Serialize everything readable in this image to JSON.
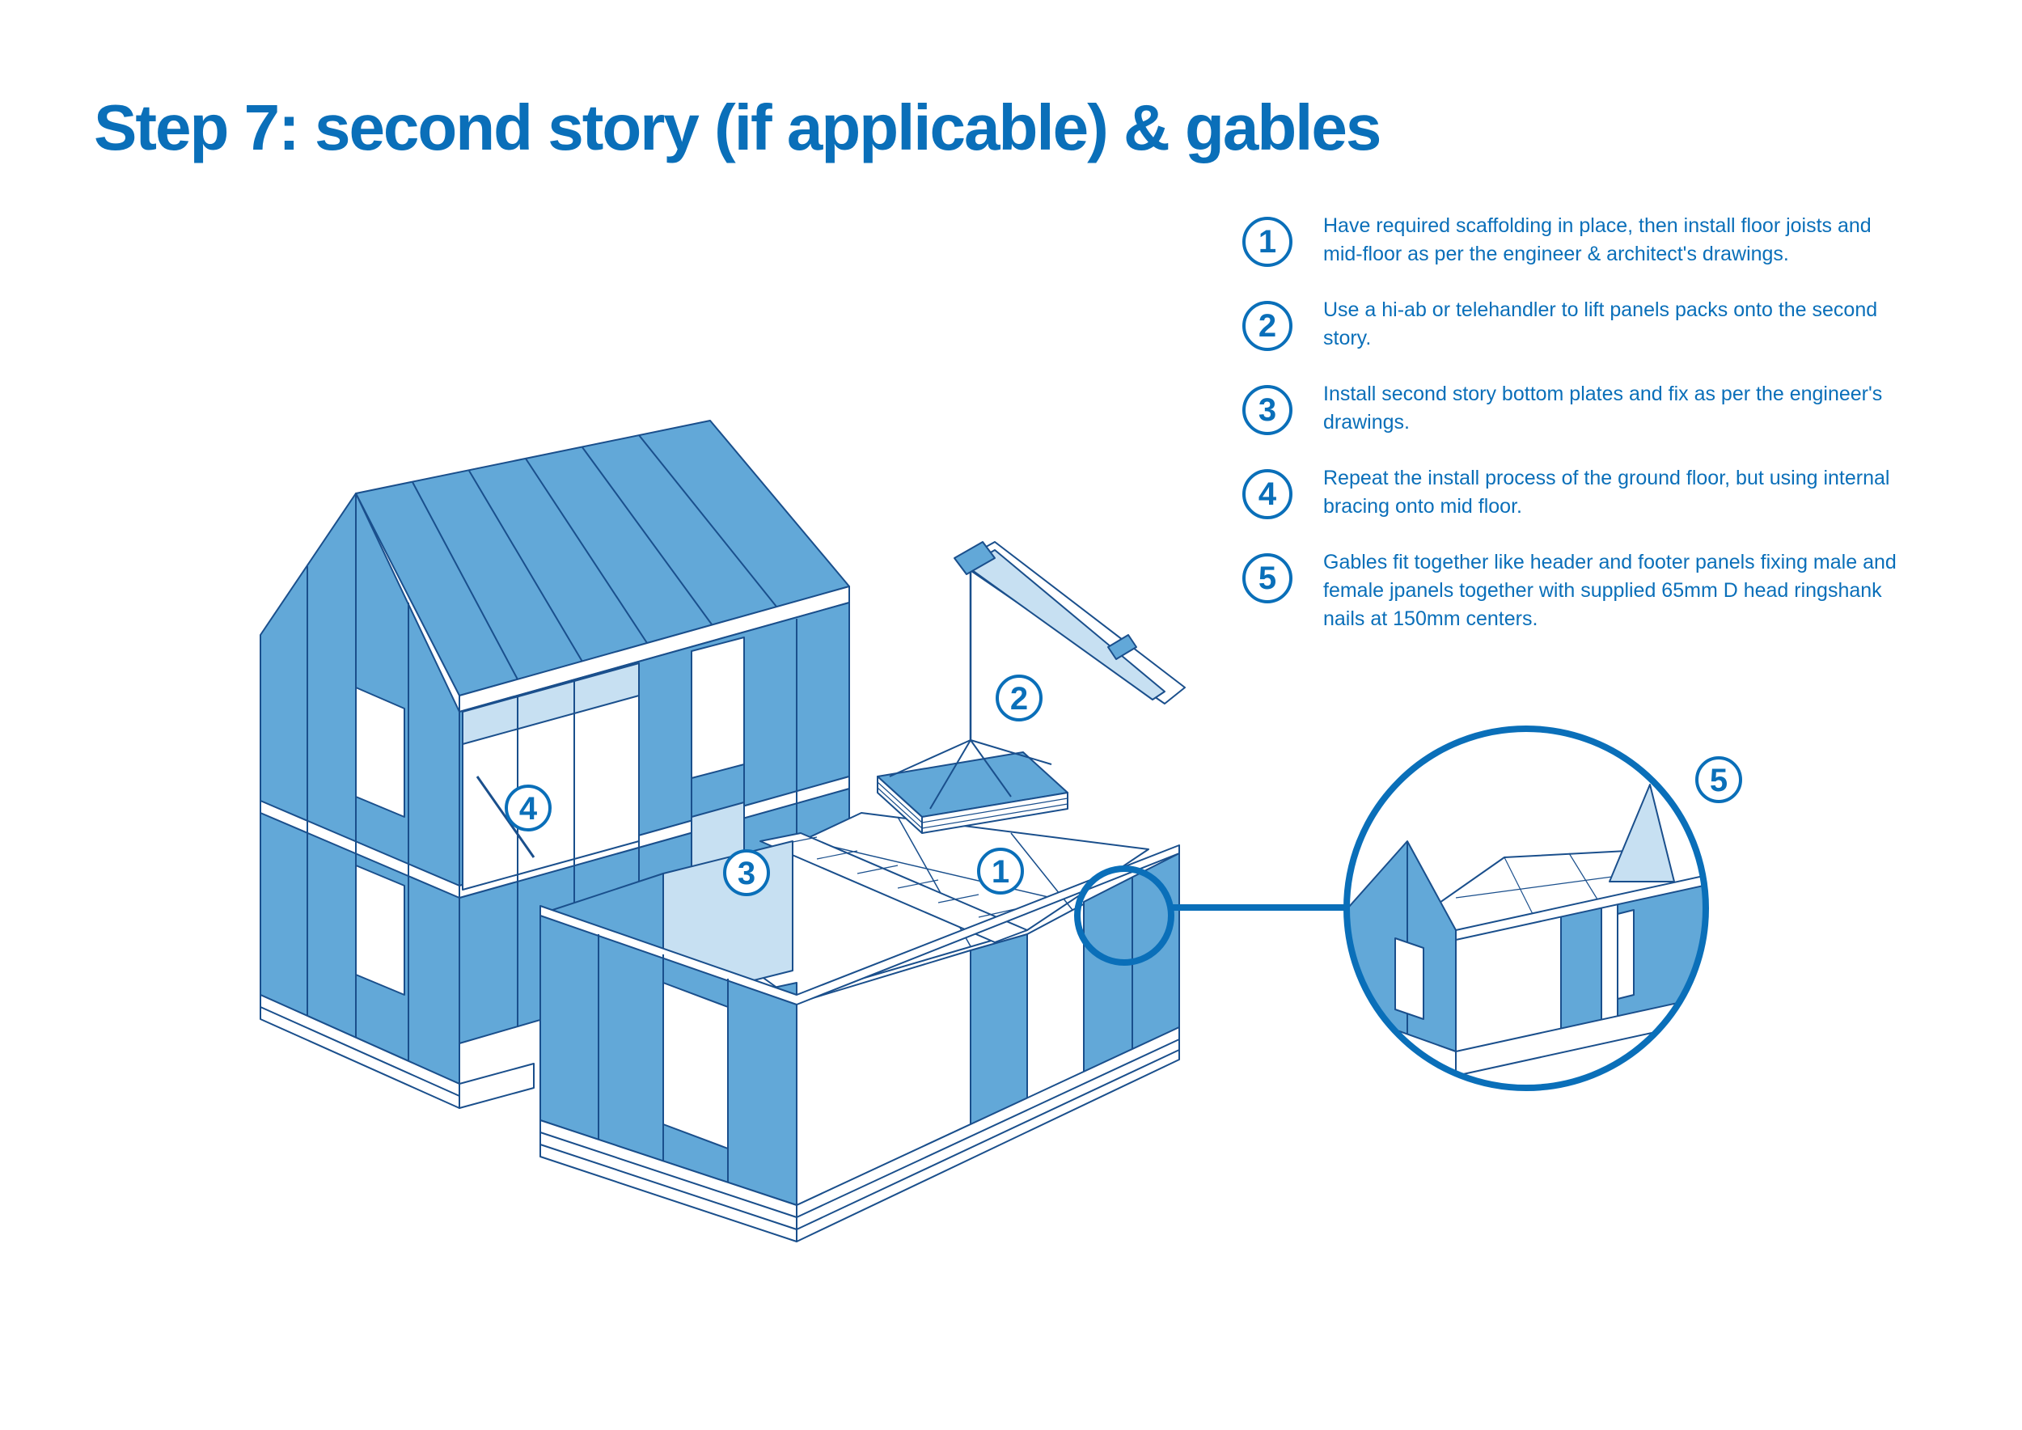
{
  "title": "Step 7: second story (if applicable) & gables",
  "steps": [
    {
      "number": "1",
      "text": "Have required scaffolding in place, then install floor joists and mid-floor as per the engineer & architect's drawings."
    },
    {
      "number": "2",
      "text": "Use a hi-ab or telehandler to lift panels packs onto the second story."
    },
    {
      "number": "3",
      "text": "Install second story bottom plates and fix as per the engineer's drawings."
    },
    {
      "number": "4",
      "text": "Repeat the install process of the ground floor, but using internal bracing onto mid floor."
    },
    {
      "number": "5",
      "text": "Gables fit together like header and footer panels fixing male and female jpanels together with supplied 65mm D head ringshank nails at 150mm centers."
    }
  ],
  "callouts": {
    "c1": "1",
    "c2": "2",
    "c3": "3",
    "c4": "4",
    "c5": "5"
  },
  "colors": {
    "brand_blue": "#0a6fb9",
    "panel_blue": "#62a8d8",
    "panel_light": "#c7e0f2",
    "line": "#1a4f8c"
  }
}
